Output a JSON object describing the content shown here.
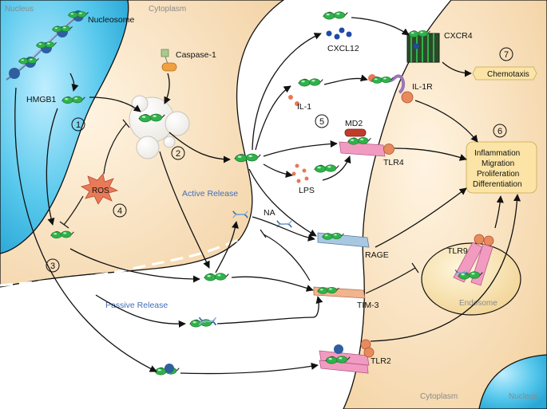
{
  "regions": {
    "nucleus_left": "Nucleus",
    "cytoplasm_left": "Cytoplasm",
    "cytoplasm_right": "Cytoplasm",
    "nucleus_right": "Nucleus"
  },
  "labels": {
    "nucleosome": "Nucleosome",
    "hmgb1": "HMGB1",
    "caspase1": "Caspase-1",
    "ros": "ROS",
    "active_release": "Active Release",
    "passive_release": "Passive Release",
    "cxcl12": "CXCL12",
    "cxcr4": "CXCR4",
    "il1": "IL-1",
    "il1r": "IL-1R",
    "md2": "MD2",
    "tlr4": "TLR4",
    "lps": "LPS",
    "na": "NA",
    "rage": "RAGE",
    "tim3": "TIM-3",
    "tlr9": "TLR9",
    "endosome": "Endosome",
    "tlr2": "TLR2",
    "chemotaxis": "Chemotaxis"
  },
  "outcomes": [
    "Inflammation",
    "Migration",
    "Proliferation",
    "Differentiation"
  ],
  "steps": [
    "1",
    "2",
    "3",
    "4",
    "5",
    "6",
    "7"
  ],
  "colors": {
    "nucleus": "#4fc6ea",
    "cytoplasm": "#f7dfb9",
    "hmgb1": "#2fb24a",
    "nucleosome": "#2f5f9e",
    "receptor_pink": "#f29bc1",
    "outcome_box": "#fbe4a6",
    "ros": "#e87a57",
    "passive_text": "#3f6fb8"
  }
}
